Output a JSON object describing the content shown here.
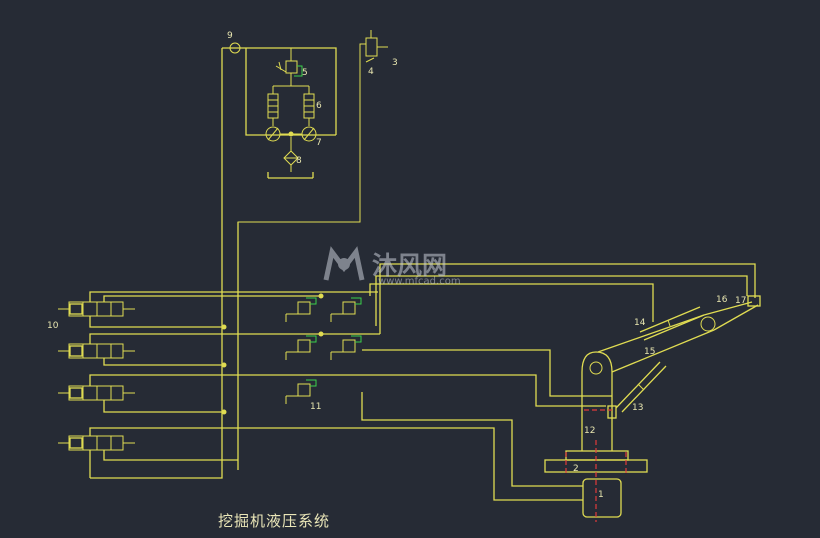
{
  "title": "挖掘机液压系统",
  "labels": {
    "l1": "1",
    "l2": "2",
    "l3": "3",
    "l4": "4",
    "l5": "5",
    "l6": "6",
    "l7": "7",
    "l8": "8",
    "l9": "9",
    "l10": "10",
    "l11": "11",
    "l12": "12",
    "l13": "13",
    "l14": "14",
    "l15": "15",
    "l16": "16",
    "l17": "17"
  },
  "watermark": {
    "brand": "沐风网",
    "url": "www.mfcad.com"
  },
  "colors": {
    "background": "#262b35",
    "line": "#e0dc52",
    "center_line": "#e03b3b",
    "accent": "#3bd14a"
  }
}
